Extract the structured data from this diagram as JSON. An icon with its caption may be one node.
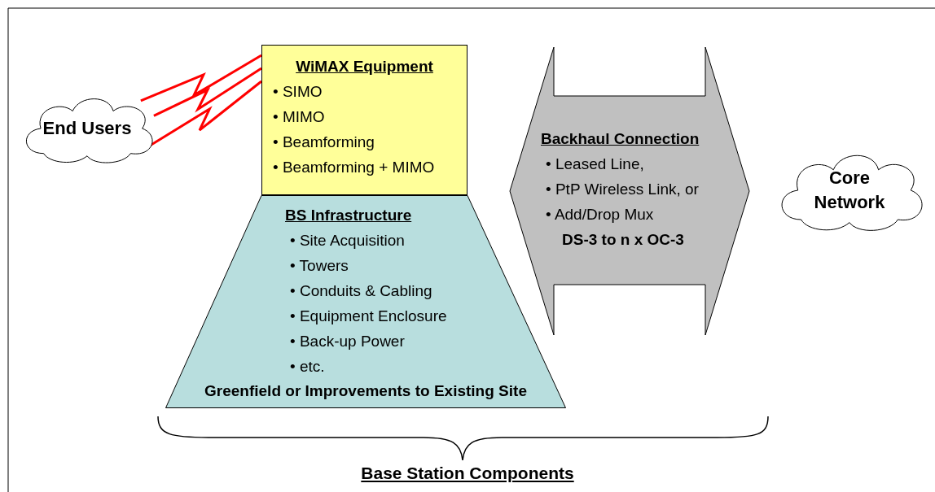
{
  "diagram": {
    "nodes": [
      {
        "text": [
          "End Users"
        ]
      },
      {
        "text": [
          "WiMAX Equipment",
          "• SIMO",
          "• MIMO",
          "• Beamforming",
          "• Beamforming + MIMO"
        ]
      },
      {
        "text": [
          "BS Infrastructure",
          "• Site Acquisition",
          "• Towers",
          "• Conduits & Cabling",
          "• Equipment Enclosure",
          "• Back-up Power",
          "• etc.",
          "Greenfield or Improvements to Existing Site"
        ]
      },
      {
        "text": [
          "Backhaul Connection",
          "• Leased Line,",
          "• PtP Wireless Link, or",
          "• Add/Drop Mux",
          "DS-3 to n x OC-3"
        ]
      },
      {
        "text": [
          "Core Network"
        ]
      }
    ],
    "edges": [
      {
        "from": 0,
        "to": 1,
        "arrow": "none"
      },
      {
        "from": 0,
        "to": 1,
        "arrow": "none"
      },
      {
        "from": 0,
        "to": 1,
        "arrow": "none"
      },
      {
        "from": 2,
        "to": 4,
        "arrow": "both"
      }
    ],
    "labels": [
      "Base Station Components"
    ]
  }
}
